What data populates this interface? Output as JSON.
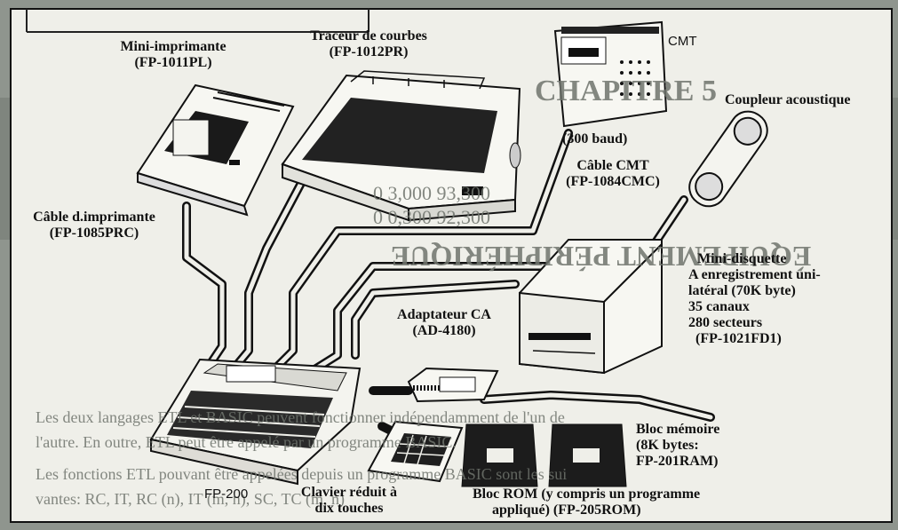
{
  "diagram": {
    "labels": {
      "mini_printer": [
        "Mini-imprimante",
        "(FP-1011PL)"
      ],
      "plotter": [
        "Traceur de courbes",
        "(FP-1012PR)"
      ],
      "cmt": "CMT",
      "acoustic_coupler": "Coupleur acoustique",
      "baud": "(300 baud)",
      "cmt_cable": [
        "Câble CMT",
        "(FP-1084CMC)"
      ],
      "printer_cable": [
        "Câble d.imprimante",
        "(FP-1085PRC)"
      ],
      "mini_disk": [
        "Mini-disquette",
        "A enregistrement uni-",
        "latéral (70K byte)",
        "35 canaux",
        "280 secteurs",
        "(FP-1021FD1)"
      ],
      "ac_adapter": [
        "Adaptateur CA",
        "(AD-4180)"
      ],
      "computer": "FP-200",
      "memory_block": [
        "Bloc mémoire",
        "(8K bytes:",
        "FP-201RAM)"
      ],
      "keypad": [
        "Clavier réduit à",
        "dix touches"
      ],
      "rom_block": [
        "Bloc ROM (y compris un programme",
        "appliqué) (FP-205ROM)"
      ]
    },
    "background_text": {
      "chapter": "CHAPITRE 5",
      "section": "ÉQUIPEMENT PÉRIPHÉRIQUE",
      "table_row1": "0   3,000    93,300",
      "table_row2": "0   0,300    92,300",
      "para_line1": "Les deux langages ETL et BASIC peuvent fonctionner indépendamment de l'un de",
      "para_line2": "l'autre. En outre, ETL peut être appelé par un programme BASIC.",
      "para_line3": "Les fonctions ETL pouvant être appelées depuis un programme BASIC sont les sui",
      "para_line4": "vantes: RC, IT, RC (n), IT (m, n), SC, TC (m, n)"
    },
    "colors": {
      "outer_bg": "#8f958e",
      "panel_bg": "#efefe9",
      "ink": "#111111"
    }
  }
}
